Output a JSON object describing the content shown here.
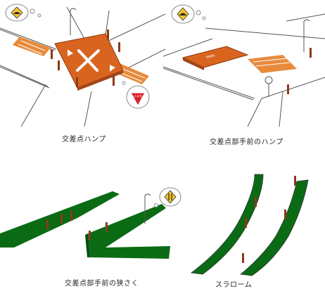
{
  "captions": {
    "intersection_hump": "交差点ハンプ",
    "pre_intersection_hump": "交差点部手前のハンプ",
    "pre_intersection_narrowing": "交差点部手前の狭さく",
    "slalom": "スラローム"
  },
  "sign_labels": {
    "stop_sign": "止まれ"
  },
  "colors": {
    "hump_orange": "#d9641f",
    "crosswalk_orange": "#e88a3c",
    "narrowing_green": "#0a6b14",
    "bollard_brown": "#8b3a1a",
    "warning_yellow": "#f2c230",
    "stop_red": "#d8202a"
  }
}
